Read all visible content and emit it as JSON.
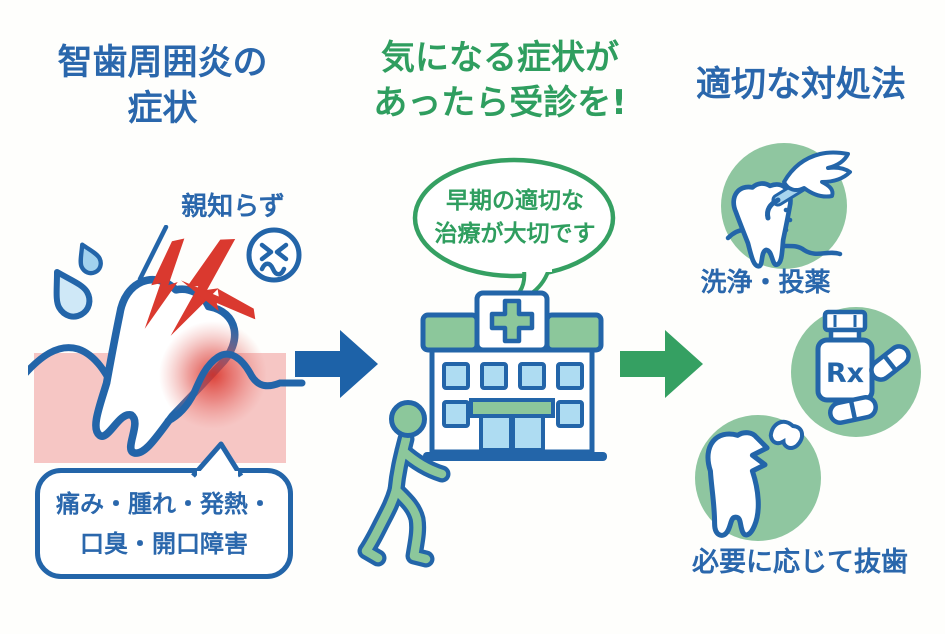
{
  "left": {
    "title_line1": "智歯周囲炎の",
    "title_line2": "症状",
    "wisdom_tooth_label": "親知らず",
    "symptom_bubble": {
      "line1": "痛み・腫れ・発熱・",
      "line2": "口臭・開口障害"
    }
  },
  "middle": {
    "title_line1": "気になる症状が",
    "title_line2": "あったら受診を!",
    "advice_bubble": {
      "line1": "早期の適切な",
      "line2": "治療が大切です"
    }
  },
  "right": {
    "title": "適切な対処法",
    "treatments": [
      {
        "label": "洗浄・投薬",
        "icon": "tooth-cleaning-icon"
      },
      {
        "label": "",
        "bottle_text": "Rx",
        "icon": "medicine-bottle-icon"
      },
      {
        "label": "必要に応じて抜歯",
        "icon": "tooth-extraction-icon"
      }
    ]
  },
  "icons": [
    "impacted-wisdom-tooth-illustration",
    "sweat-drops-icon",
    "pain-flash-icon",
    "wincing-face-icon",
    "blue-arrow-icon",
    "green-arrow-icon",
    "speech-bubble",
    "hospital-icon",
    "walking-person-icon",
    "tooth-cleaning-icon",
    "medicine-bottle-icon",
    "capsule-icon",
    "tooth-extraction-icon"
  ],
  "colors": {
    "title_blue": "#2a67ac",
    "outline_blue": "#2365a9",
    "title_green": "#2f9e5f",
    "arrow_green": "#35a062",
    "circle_green": "#8fc6a0",
    "gum_pink": "#f6c6c4",
    "alert_red": "#da392f",
    "window_blue": "#aedcf2"
  }
}
